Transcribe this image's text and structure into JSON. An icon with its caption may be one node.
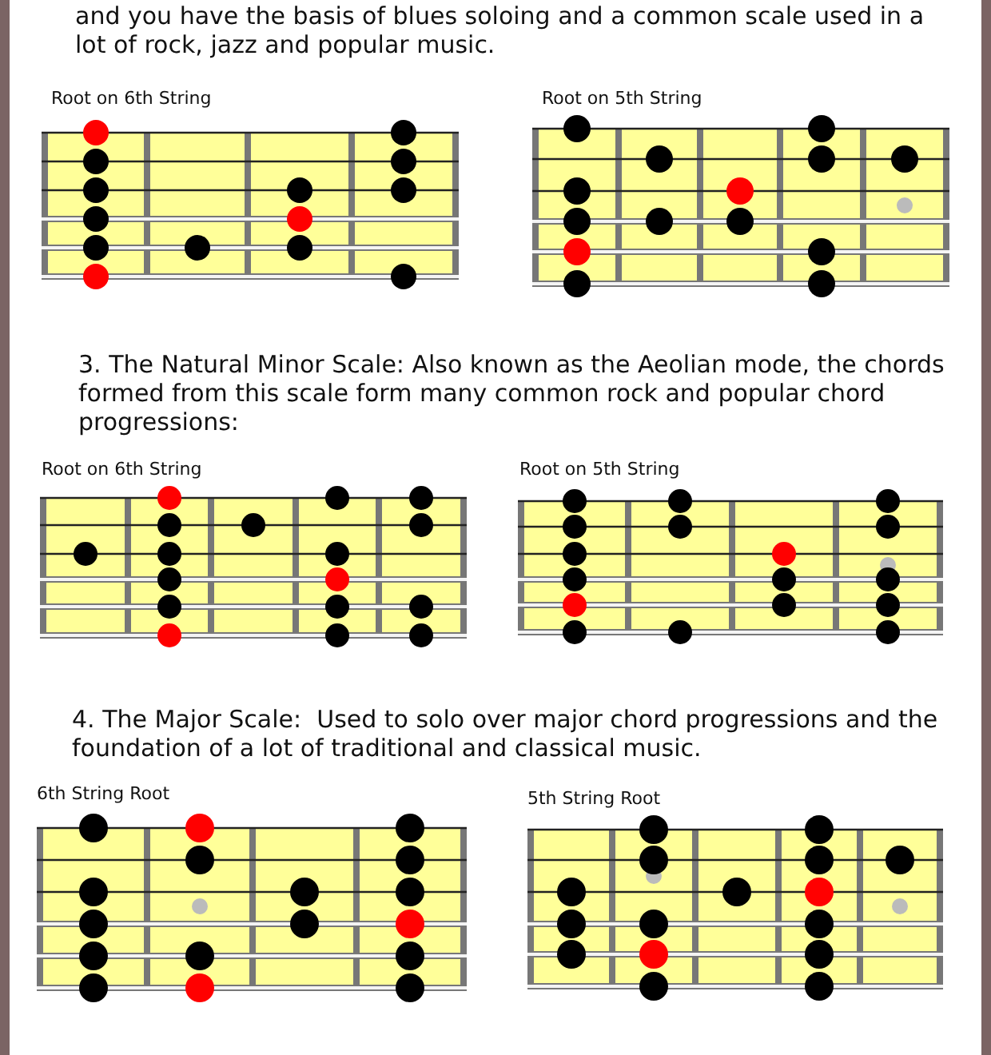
{
  "diagram": {
    "nodes": [
      {
        "text": [
          "Root on 6th String"
        ]
      },
      {
        "text": [
          "Root on 5th String"
        ]
      },
      {
        "text": [
          "Root on 6th String"
        ]
      },
      {
        "text": [
          "Root on 5th String"
        ]
      },
      {
        "text": [
          "6th String Root"
        ]
      },
      {
        "text": [
          "5th String Root"
        ]
      }
    ],
    "labels": [
      "and you have the basis of blues soloing and a common scale used in a lot of rock, jazz and popular music.",
      "3. The Natural Minor Scale: Also known as the Aeolian mode, the chords formed from this scale form many common rock and popular chord progressions:",
      "4. The Major Scale:  Used to solo over major chord progressions and the foundation of a lot of traditional and classical music."
    ]
  }
}
